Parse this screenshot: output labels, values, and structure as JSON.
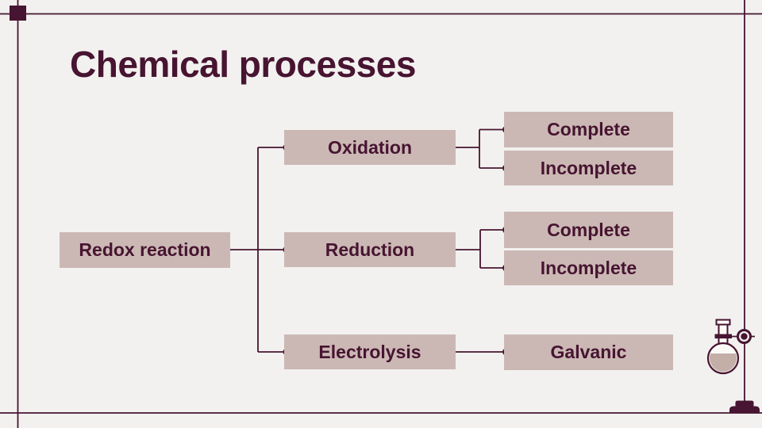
{
  "slide": {
    "title": "Chemical processes"
  },
  "colors": {
    "background": "#f2f1ef",
    "maroon": "#471431",
    "box_fill": "#cbb8b4",
    "liquid": "#c3aea8",
    "flask_glass": "#fbfaf7"
  },
  "diagram": {
    "type": "tree",
    "root": {
      "label": "Redox reaction"
    },
    "branches": [
      {
        "label": "Oxidation",
        "children": [
          "Complete",
          "Incomplete"
        ]
      },
      {
        "label": "Reduction",
        "children": [
          "Complete",
          "Incomplete"
        ]
      },
      {
        "label": "Electrolysis",
        "children": [
          "Galvanic"
        ]
      }
    ]
  },
  "decorations": {
    "icons": [
      "corner-square",
      "round-bottom-flask-icon",
      "stand-clamp-knob-icon",
      "stand-base-icon"
    ]
  }
}
